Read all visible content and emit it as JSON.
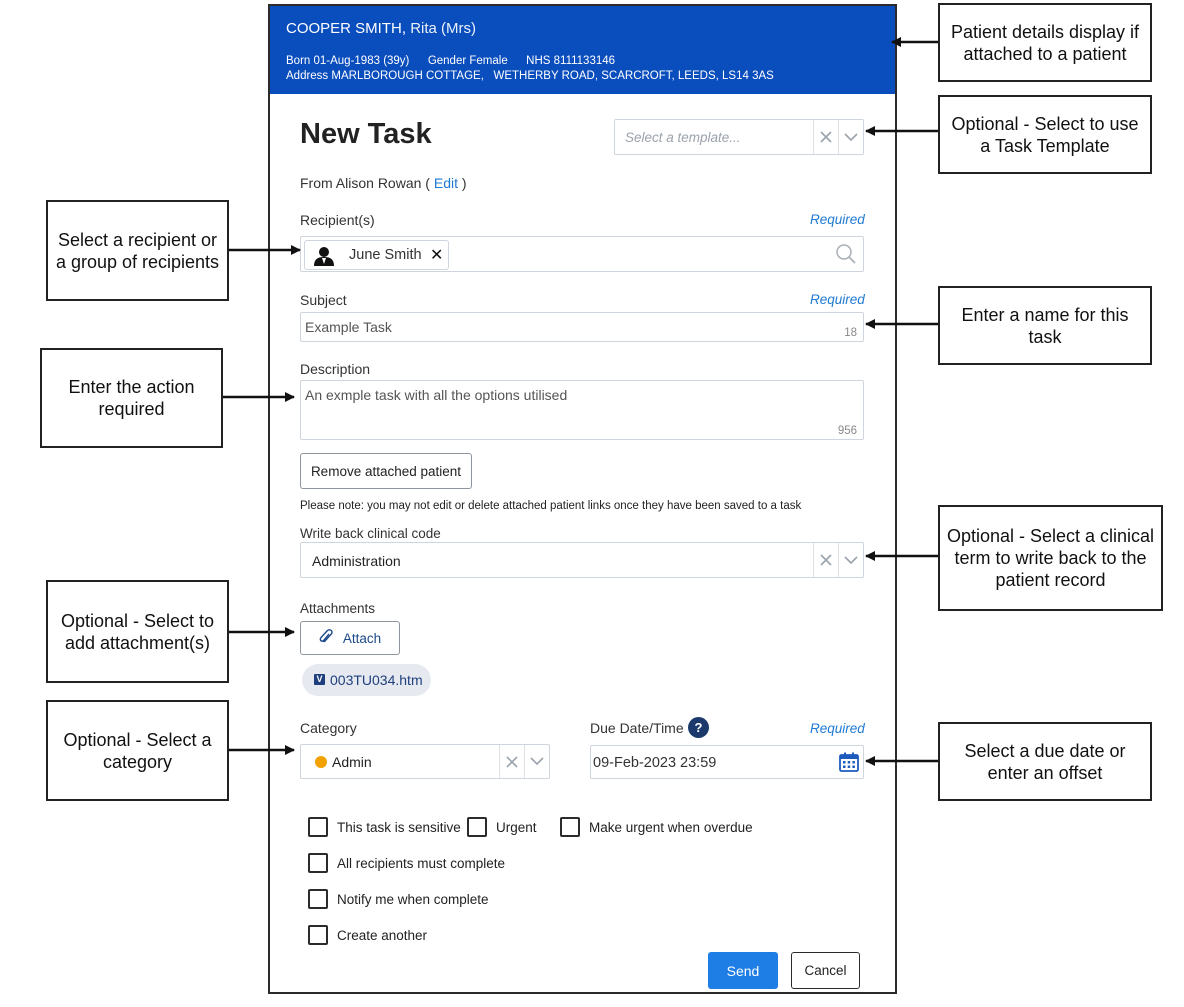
{
  "patient_banner": {
    "name": "COOPER SMITH,",
    "title": "Rita (Mrs)",
    "born_label": "Born",
    "born_value": "01-Aug-1983 (39y)",
    "gender_label": "Gender",
    "gender_value": "Female",
    "nhs_label": "NHS",
    "nhs_value": "8111133146",
    "address_label": "Address",
    "address_value": "MARLBOROUGH COTTAGE,   WETHERBY ROAD, SCARCROFT, LEEDS, LS14 3AS",
    "color": "#0a4dbd"
  },
  "form": {
    "title": "New Task",
    "template_placeholder": "Select a template...",
    "from_prefix": "From",
    "from_name": "Alison Rowan",
    "from_open": "(",
    "edit_label": "Edit",
    "from_close": ")",
    "recipients_label": "Recipient(s)",
    "required_label": "Required",
    "recipient_chip": "June Smith",
    "subject_label": "Subject",
    "subject_value": "Example Task",
    "subject_count": "18",
    "description_label": "Description",
    "description_value": "An exmple task with all the options utilised",
    "description_count": "956",
    "remove_patient_label": "Remove attached patient",
    "note": "Please note: you may not edit or delete attached patient links once they have been saved to a task",
    "clinical_code_label": "Write back clinical code",
    "clinical_code_value": "Administration",
    "attachments_label": "Attachments",
    "attach_button": "Attach",
    "attached_file": "003TU034.htm",
    "file_icon_letter": "V",
    "category_label": "Category",
    "category_value": "Admin",
    "category_color": "#f1a100",
    "due_label": "Due Date/Time",
    "help_glyph": "?",
    "due_value": "09-Feb-2023 23:59",
    "checkboxes": {
      "sensitive": "This task is sensitive",
      "urgent": "Urgent",
      "urgent_overdue": "Make urgent when overdue",
      "all_complete": "All recipients must complete",
      "notify": "Notify me when complete",
      "create_another": "Create another"
    },
    "send_button": "Send",
    "cancel_button": "Cancel",
    "accent_color": "#1f7de6"
  },
  "callouts": {
    "patient_details": "Patient details display if attached to a patient",
    "template": "Optional - Select to use a Task Template",
    "recipient": "Select a recipient or a group of recipients",
    "subject": "Enter a name for this task",
    "description": "Enter the action required",
    "clinical_term": "Optional - Select a clinical term to write back to the patient record",
    "attachment": "Optional - Select to add attachment(s)",
    "category": "Optional - Select a category",
    "due_date": "Select a due date or enter an offset"
  }
}
